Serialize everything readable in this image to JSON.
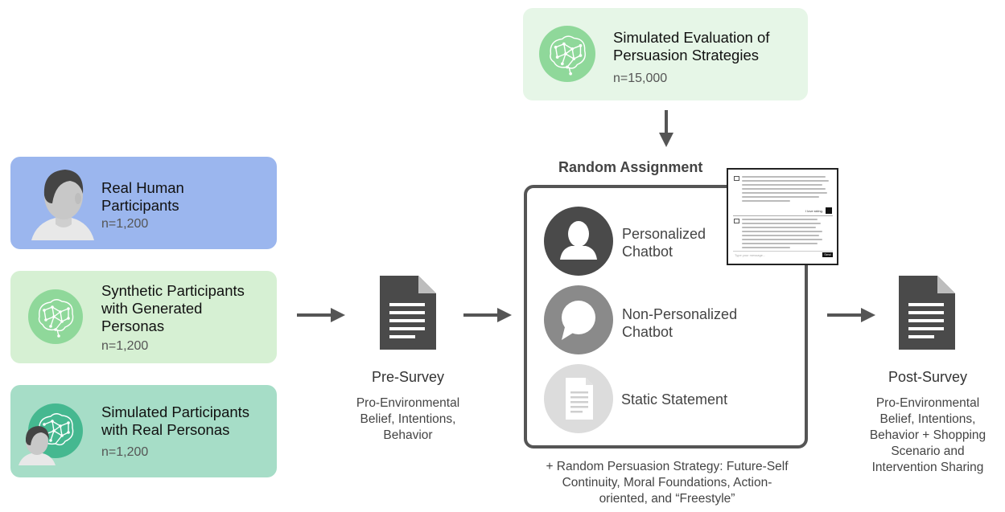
{
  "participants": [
    {
      "title": "Real Human Participants",
      "title_lines": [
        "Real Human",
        "Participants"
      ],
      "count": "n=1,200",
      "color": "#9bb6ee"
    },
    {
      "title": "Synthetic Participants with Generated Personas",
      "title_lines": [
        "Synthetic Participants",
        "with Generated",
        "Personas"
      ],
      "count": "n=1,200",
      "color": "#d6f0d3"
    },
    {
      "title": "Simulated Participants with Real Personas",
      "title_lines": [
        "Simulated Participants",
        "with Real Personas"
      ],
      "count": "n=1,200",
      "color": "#a6ddc7"
    }
  ],
  "simulated_eval": {
    "title_lines": [
      "Simulated Evaluation of",
      "Persuasion Strategies"
    ],
    "count": "n=15,000",
    "color": "#e6f6e7"
  },
  "pre_survey": {
    "title": "Pre-Survey",
    "desc_lines": [
      "Pro-Environmental",
      "Belief, Intentions,",
      "Behavior"
    ]
  },
  "post_survey": {
    "title": "Post-Survey",
    "desc_lines": [
      "Pro-Environmental",
      "Belief, Intentions,",
      "Behavior + Shopping",
      "Scenario and",
      "Intervention Sharing"
    ]
  },
  "random_assignment": {
    "title": "Random Assignment",
    "conditions": [
      {
        "label_lines": [
          "Personalized",
          "Chatbot"
        ],
        "icon": "person-icon"
      },
      {
        "label_lines": [
          "Non-Personalized",
          "Chatbot"
        ],
        "icon": "speech-bubble-icon"
      },
      {
        "label_lines": [
          "Static Statement"
        ],
        "icon": "document-icon"
      }
    ],
    "note_lines": [
      "+ Random Persuasion Strategy: Future-Self",
      "Continuity, Moral Foundations, Action-",
      "oriented, and “Freestyle”"
    ]
  },
  "chat_preview": {
    "user_reply": "I love skiing.",
    "input_placeholder": "Type your message...",
    "send_label": "Send"
  },
  "colors": {
    "arrow": "#555555",
    "doc_icon": "#4a4a4a",
    "brain_green": "#8fd89a",
    "teal": "#45b890"
  }
}
